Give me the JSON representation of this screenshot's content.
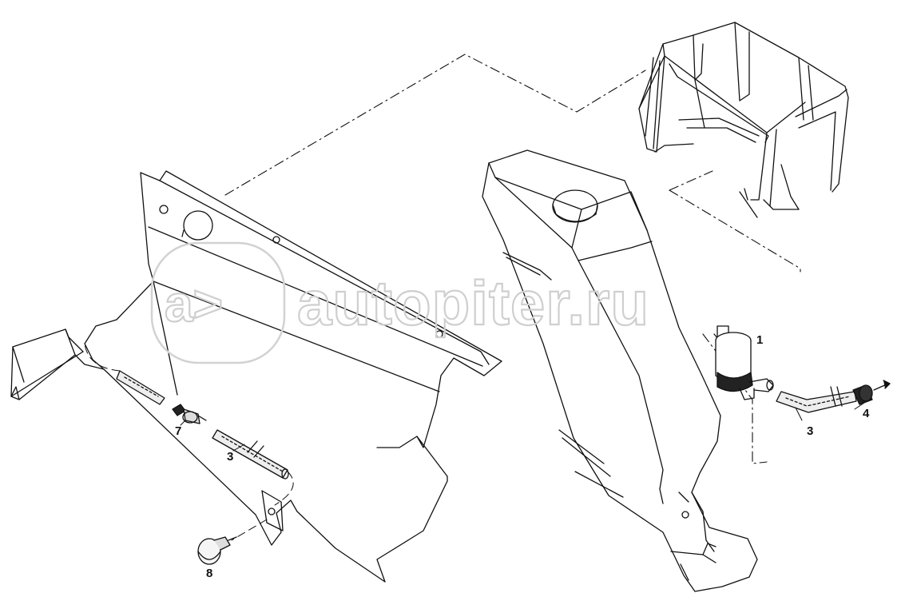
{
  "watermark": {
    "symbol": "a>",
    "text": "autopiter.ru"
  },
  "callouts": {
    "c1": "1",
    "c3_left": "3",
    "c3_right": "3",
    "c4": "4",
    "c7": "7",
    "c8": "8"
  }
}
